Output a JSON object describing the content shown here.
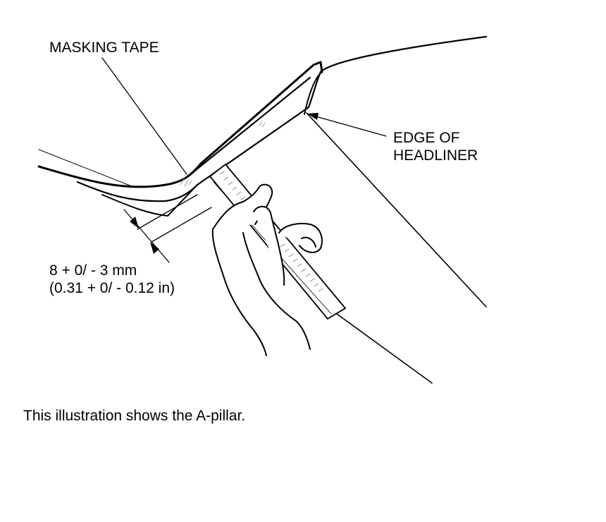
{
  "labels": {
    "masking_tape": "MASKING TAPE",
    "edge_of_headliner_line1": "EDGE OF",
    "edge_of_headliner_line2": "HEADLINER",
    "dimension_mm": "8 + 0/ - 3 mm",
    "dimension_in": "(0.31 + 0/ - 0.12 in)"
  },
  "caption": "This illustration shows the A-pillar."
}
